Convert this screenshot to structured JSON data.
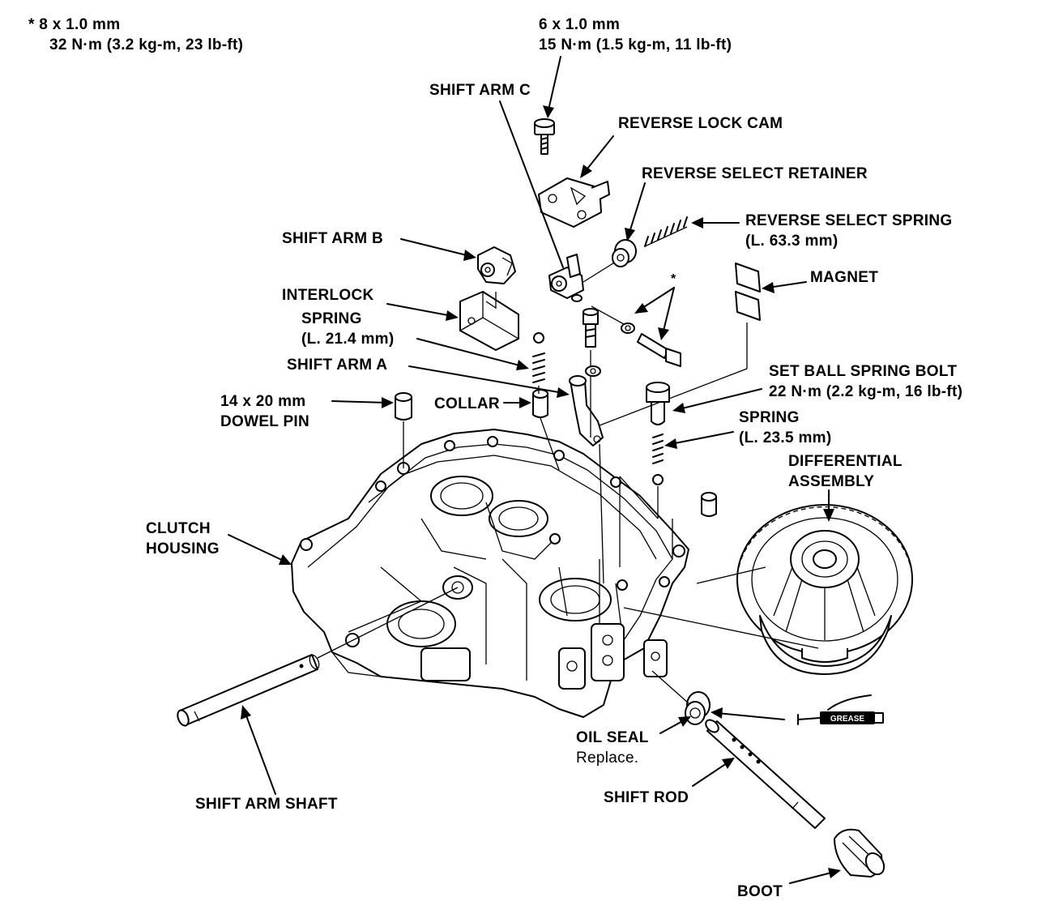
{
  "labels": {
    "bolt8": {
      "line1": "* 8 x 1.0 mm",
      "line2": "32 N·m (3.2 kg-m, 23 lb-ft)"
    },
    "bolt6": {
      "line1": "6 x 1.0 mm",
      "line2": "15 N·m (1.5 kg-m, 11 lb-ft)"
    },
    "shift_arm_c": "SHIFT ARM C",
    "reverse_lock_cam": "REVERSE LOCK CAM",
    "reverse_select_retainer": "REVERSE SELECT RETAINER",
    "reverse_select_spring": {
      "line1": "REVERSE SELECT SPRING",
      "line2": "(L. 63.3 mm)"
    },
    "shift_arm_b": "SHIFT ARM B",
    "magnet": "MAGNET",
    "asterisk": "*",
    "interlock": "INTERLOCK",
    "spring_214": {
      "line1": "SPRING",
      "line2": "(L. 21.4 mm)"
    },
    "shift_arm_a": "SHIFT ARM A",
    "set_ball_spring_bolt": {
      "line1": "SET BALL SPRING BOLT",
      "line2": "22 N·m (2.2 kg-m, 16 lb-ft)"
    },
    "dowel_pin": {
      "line1": "14 x 20 mm",
      "line2": "DOWEL PIN"
    },
    "collar": "COLLAR",
    "spring_235": {
      "line1": "SPRING",
      "line2": "(L. 23.5 mm)"
    },
    "differential_assembly": {
      "line1": "DIFFERENTIAL",
      "line2": "ASSEMBLY"
    },
    "clutch_housing": {
      "line1": "CLUTCH",
      "line2": "HOUSING"
    },
    "grease": "GREASE",
    "oil_seal": {
      "line1": "OIL SEAL",
      "line2": "Replace."
    },
    "shift_rod": "SHIFT ROD",
    "shift_arm_shaft": "SHIFT ARM SHAFT",
    "boot": "BOOT"
  }
}
